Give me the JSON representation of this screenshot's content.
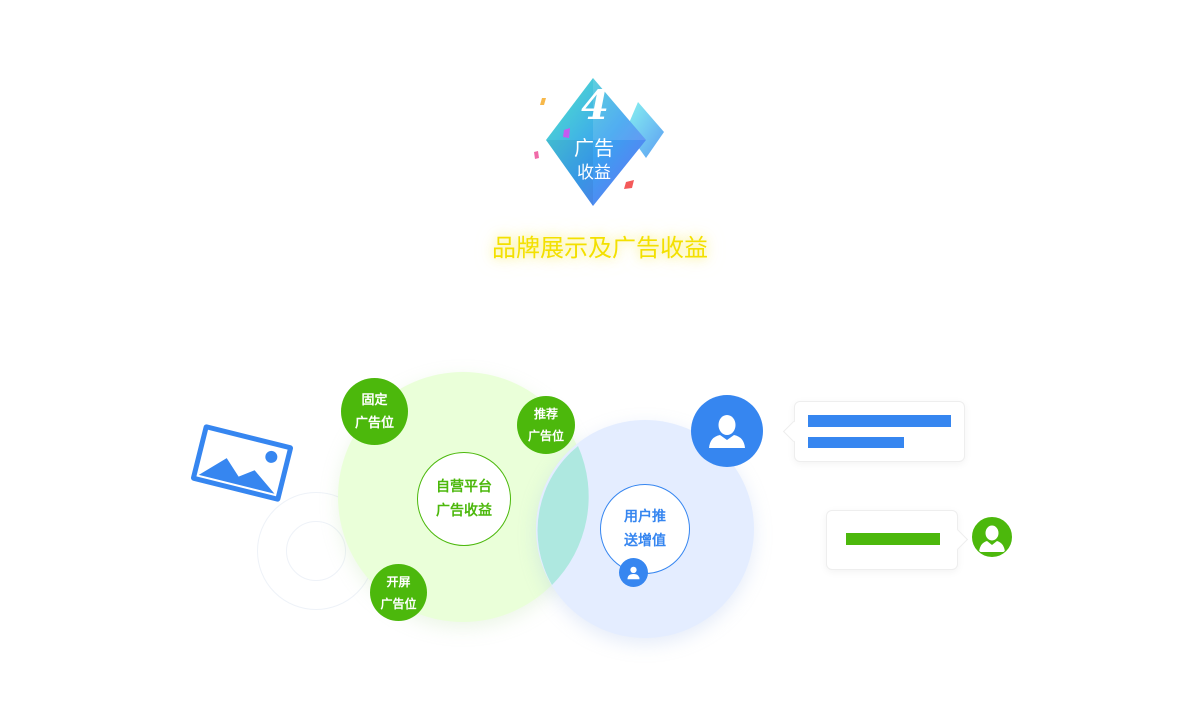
{
  "header": {
    "badge_number": "4",
    "badge_line1": "广告",
    "badge_line2": "收益",
    "headline": "品牌展示及广告收益"
  },
  "diagram": {
    "center_green": {
      "line1": "自营平台",
      "line2": "广告收益"
    },
    "center_blue": {
      "line1": "用户推",
      "line2": "送增值"
    },
    "ad_fixed": {
      "line1": "固定",
      "line2": "广告位"
    },
    "ad_recommend": {
      "line1": "推荐",
      "line2": "广告位"
    },
    "ad_splash": {
      "line1": "开屏",
      "line2": "广告位"
    }
  },
  "colors": {
    "green": "#4cb80c",
    "blue": "#3686f0",
    "headline_yellow": "#f3e000",
    "green_light_bg": "#eaffd9",
    "blue_light_bg": "#e4edff"
  },
  "icons": {
    "image": "image-icon",
    "user": "user-icon"
  }
}
